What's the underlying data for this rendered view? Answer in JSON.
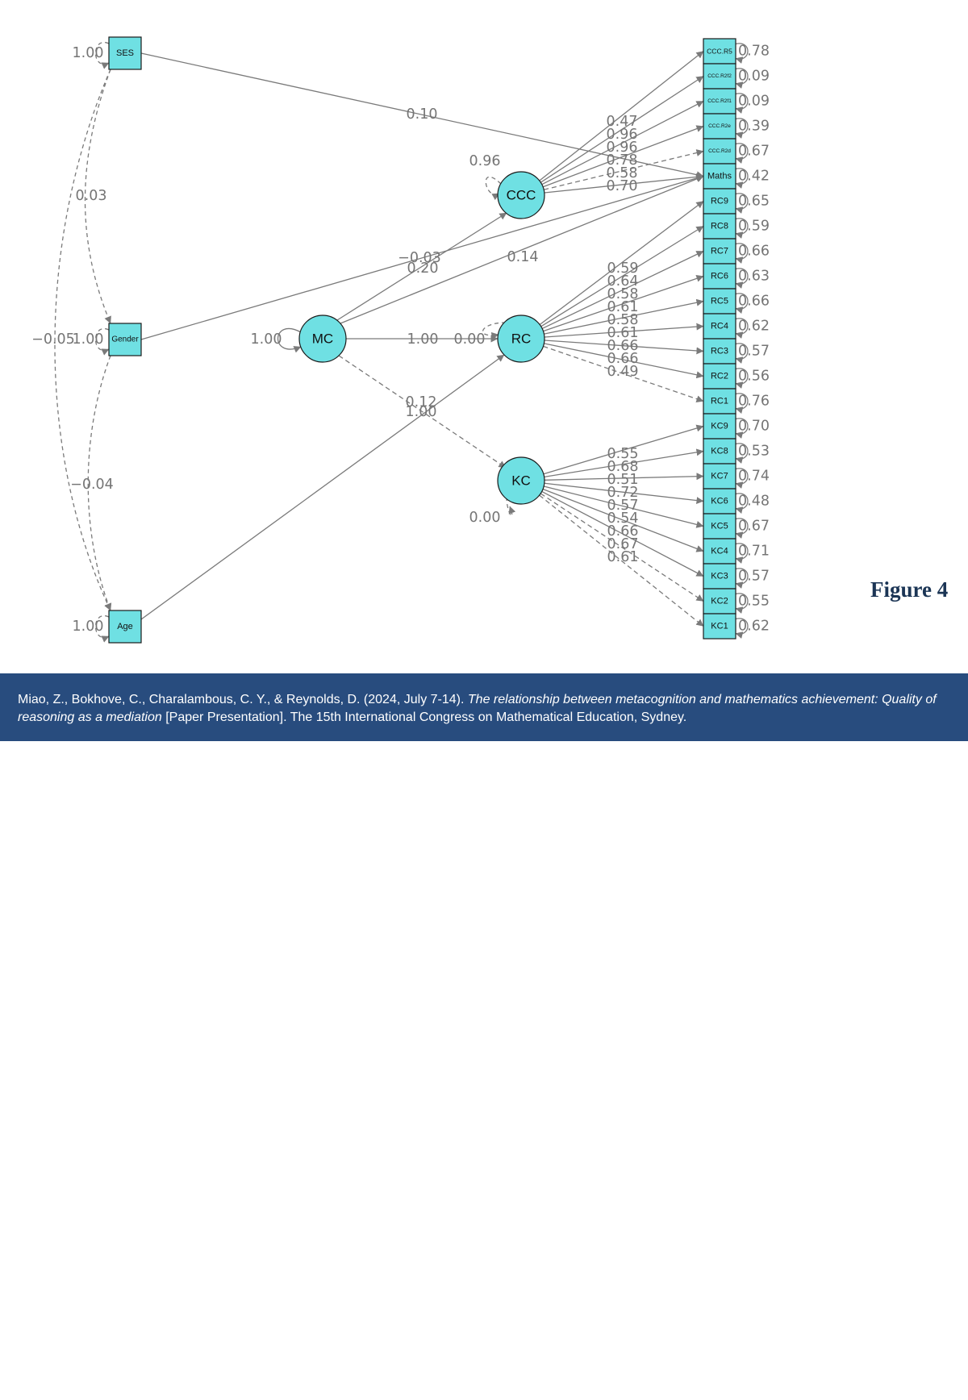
{
  "figure_label": "Figure 4",
  "citation": {
    "authors": "Miao, Z., Bokhove, C., Charalambous, C. Y., & Reynolds, D. (2024, July 7-14).",
    "title_italic": "The relationship between metacognition and mathematics achievement: Quality of reasoning as a mediation",
    "rest": "[Paper Presentation]. The 15th International Congress on Mathematical Education, Sydney."
  },
  "observed_left": [
    {
      "name": "SES",
      "variance": "1.00"
    },
    {
      "name": "Gender",
      "variance": "1.00"
    },
    {
      "name": "Age",
      "variance": "1.00"
    }
  ],
  "latents": [
    {
      "name": "MC",
      "variance": "1.00"
    },
    {
      "name": "CCC",
      "variance": "0.96"
    },
    {
      "name": "RC",
      "variance": "0.00"
    },
    {
      "name": "KC",
      "variance": "0.00"
    }
  ],
  "indicators": [
    {
      "name": "CCC.R5",
      "residual": "0.78"
    },
    {
      "name": "CCC.R2f2",
      "residual": "0.09"
    },
    {
      "name": "CCC.R2f1",
      "residual": "0.09"
    },
    {
      "name": "CCC.R2e",
      "residual": "0.39"
    },
    {
      "name": "CCC.R2d",
      "residual": "0.67"
    },
    {
      "name": "Maths",
      "residual": "0.42"
    },
    {
      "name": "RC9",
      "residual": "0.65"
    },
    {
      "name": "RC8",
      "residual": "0.59"
    },
    {
      "name": "RC7",
      "residual": "0.66"
    },
    {
      "name": "RC6",
      "residual": "0.63"
    },
    {
      "name": "RC5",
      "residual": "0.66"
    },
    {
      "name": "RC4",
      "residual": "0.62"
    },
    {
      "name": "RC3",
      "residual": "0.57"
    },
    {
      "name": "RC2",
      "residual": "0.56"
    },
    {
      "name": "RC1",
      "residual": "0.76"
    },
    {
      "name": "KC9",
      "residual": "0.70"
    },
    {
      "name": "KC8",
      "residual": "0.53"
    },
    {
      "name": "KC7",
      "residual": "0.74"
    },
    {
      "name": "KC6",
      "residual": "0.48"
    },
    {
      "name": "KC5",
      "residual": "0.67"
    },
    {
      "name": "KC4",
      "residual": "0.71"
    },
    {
      "name": "KC3",
      "residual": "0.57"
    },
    {
      "name": "KC2",
      "residual": "0.55"
    },
    {
      "name": "KC1",
      "residual": "0.62"
    }
  ],
  "paths": [
    {
      "from": "SES",
      "to": "Maths",
      "value": "0.10",
      "dashed": false
    },
    {
      "from": "Gender",
      "to": "Maths",
      "value": "−0.03",
      "dashed": false
    },
    {
      "from": "MC",
      "to": "CCC",
      "value": "0.20",
      "dashed": false
    },
    {
      "from": "MC",
      "to": "Maths",
      "value": "0.14",
      "dashed": false
    },
    {
      "from": "MC",
      "to": "RC",
      "value": "1.00",
      "dashed": false
    },
    {
      "from": "MC",
      "to": "KC",
      "value": "0.12",
      "dashed": true
    },
    {
      "from": "Age",
      "to": "RC",
      "value": "1.00",
      "dashed": false
    }
  ],
  "covariances": [
    {
      "between": [
        "SES",
        "Gender"
      ],
      "value": "0.03"
    },
    {
      "between": [
        "SES",
        "Age"
      ],
      "value": "−0.05"
    },
    {
      "between": [
        "Gender",
        "Age"
      ],
      "value": "−0.04"
    }
  ],
  "loadings": {
    "CCC": [
      "0.47",
      "0.96",
      "0.96",
      "0.78",
      "0.58",
      "0.70"
    ],
    "RC": [
      "0.59",
      "0.64",
      "0.58",
      "0.61",
      "0.58",
      "0.61",
      "0.66",
      "0.66",
      "0.49"
    ],
    "KC": [
      "0.55",
      "0.68",
      "0.51",
      "0.72",
      "0.57",
      "0.54",
      "0.66",
      "0.67",
      "0.61"
    ]
  }
}
